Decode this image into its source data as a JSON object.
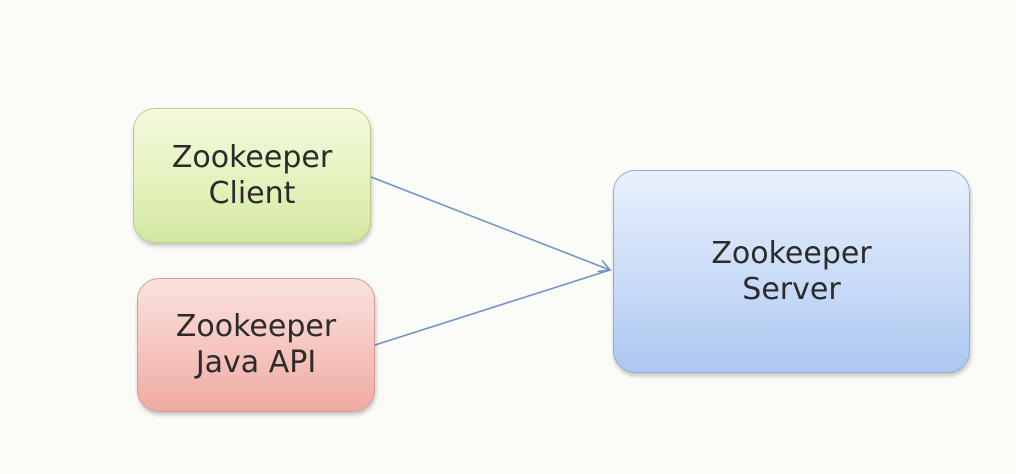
{
  "diagram": {
    "nodes": {
      "client": {
        "line1": "Zookeeper",
        "line2": "Client"
      },
      "java_api": {
        "line1": "Zookeeper",
        "line2": "Java API"
      },
      "server": {
        "line1": "Zookeeper",
        "line2": "Server"
      }
    },
    "edges": [
      {
        "from": "client",
        "to": "server"
      },
      {
        "from": "java_api",
        "to": "server"
      }
    ],
    "colors": {
      "client_fill": "#e4f2bd",
      "java_api_fill": "#f5c4bd",
      "server_fill": "#c9dbf8",
      "edge": "#6f93c8"
    }
  }
}
